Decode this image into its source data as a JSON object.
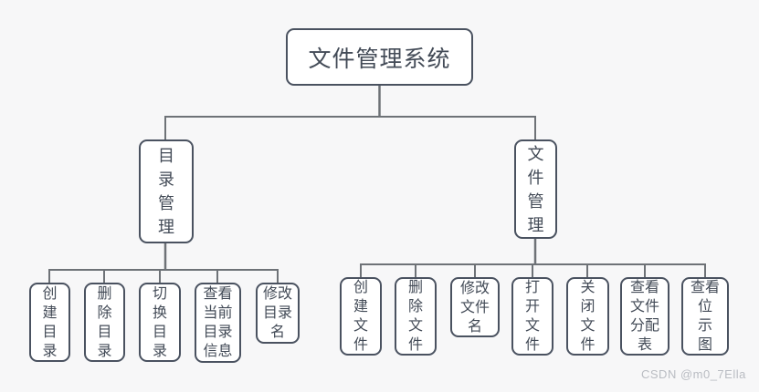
{
  "colors": {
    "bg": "#f7f7f8",
    "border": "#4a5260",
    "fill": "#ffffff",
    "text": "#434b57",
    "line": "#6e7277",
    "watermark": "#b9bcc2"
  },
  "tree": {
    "root": {
      "label": "文件管理系统"
    },
    "branches": [
      {
        "label": "目\n录\n管\n理",
        "children": [
          {
            "label": "创\n建\n目\n录"
          },
          {
            "label": "删\n除\n目\n录"
          },
          {
            "label": "切\n换\n目\n录"
          },
          {
            "label": "查看\n当前\n目录\n信息"
          },
          {
            "label": "修改\n目录\n名"
          }
        ]
      },
      {
        "label": "文\n件\n管\n理",
        "children": [
          {
            "label": "创\n建\n文\n件"
          },
          {
            "label": "删\n除\n文\n件"
          },
          {
            "label": "修改\n文件\n名"
          },
          {
            "label": "打\n开\n文\n件"
          },
          {
            "label": "关\n闭\n文\n件"
          },
          {
            "label": "查看\n文件\n分配\n表"
          },
          {
            "label": "查看\n位\n示\n图"
          }
        ]
      }
    ]
  },
  "watermark": {
    "text": "CSDN @m0_7Ella"
  }
}
